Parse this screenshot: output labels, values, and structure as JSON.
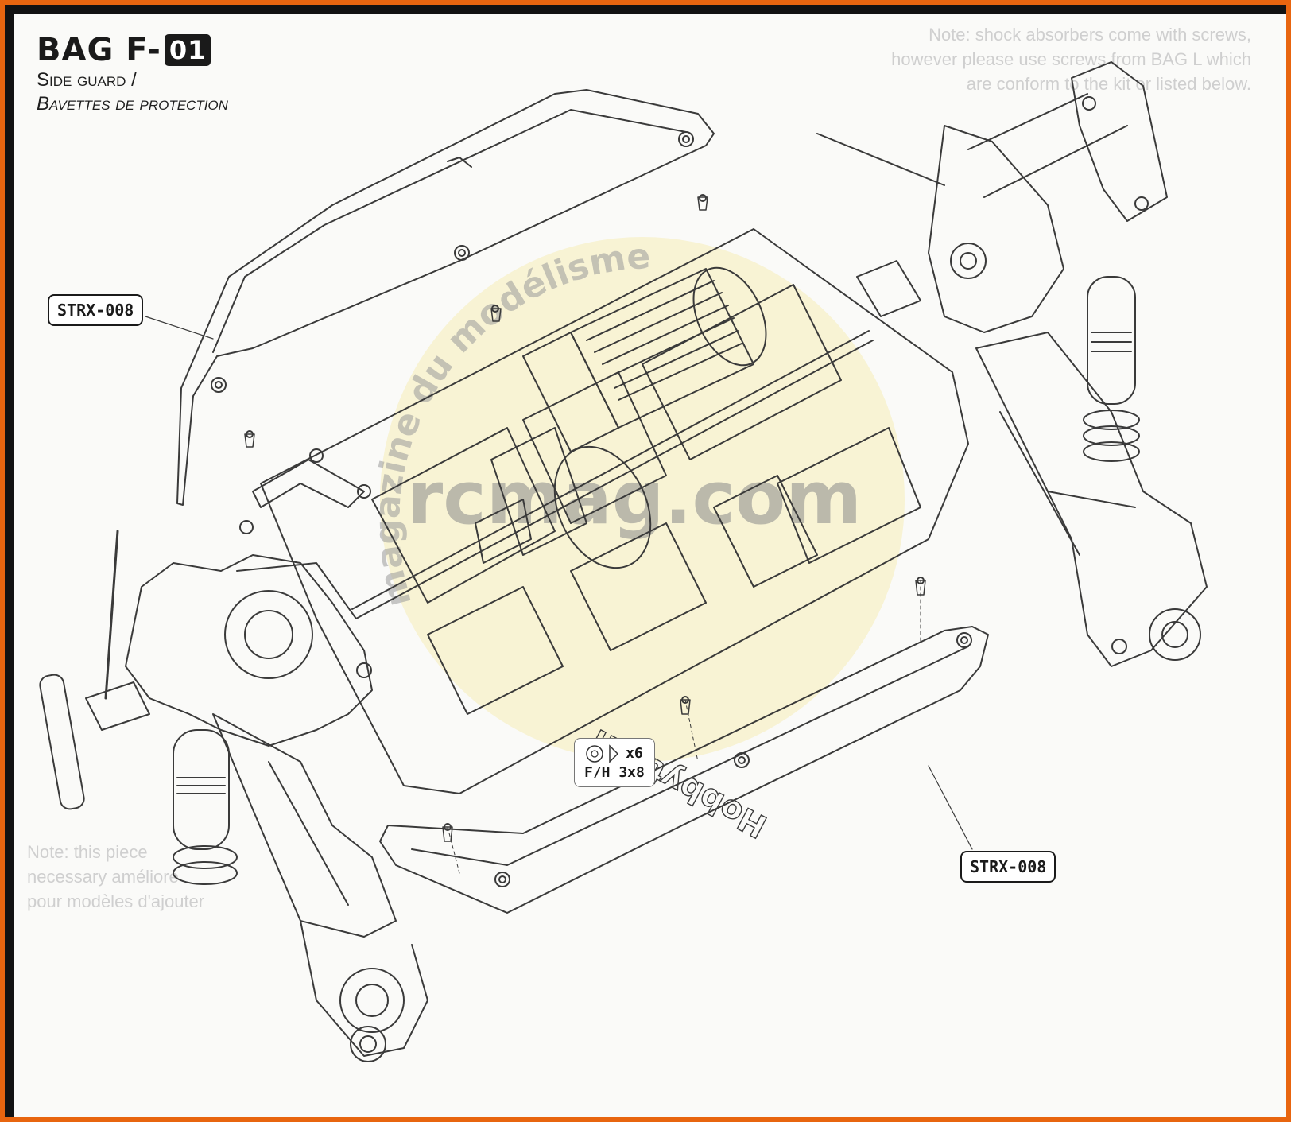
{
  "header": {
    "bag_prefix": "BAG F-",
    "bag_number": "01",
    "subtitle_en": "Side guard /",
    "subtitle_fr": "Bavettes de protection"
  },
  "parts": {
    "top_left_code": "STRX-008",
    "bottom_right_code": "STRX-008"
  },
  "screws": {
    "quantity": "x6",
    "spec": "F/H 3x8"
  },
  "watermark": {
    "arc_text": "magazine du modélisme",
    "site": "rcmag.com"
  },
  "ghost_note_top": "Note: shock absorbers come with screws, however please use screws from BAG L which are conform to the kit or listed below.",
  "ghost_note_bottom": "Note: this piece necessary amélioré pour modèles d'ajouter",
  "logo_text": "Hobbytech",
  "colors": {
    "border_orange": "#e8650f",
    "frame_black": "#121212",
    "paper": "#fafaf8",
    "line": "#3a3a3a",
    "watermark_yellow": "#f4e7a6"
  }
}
